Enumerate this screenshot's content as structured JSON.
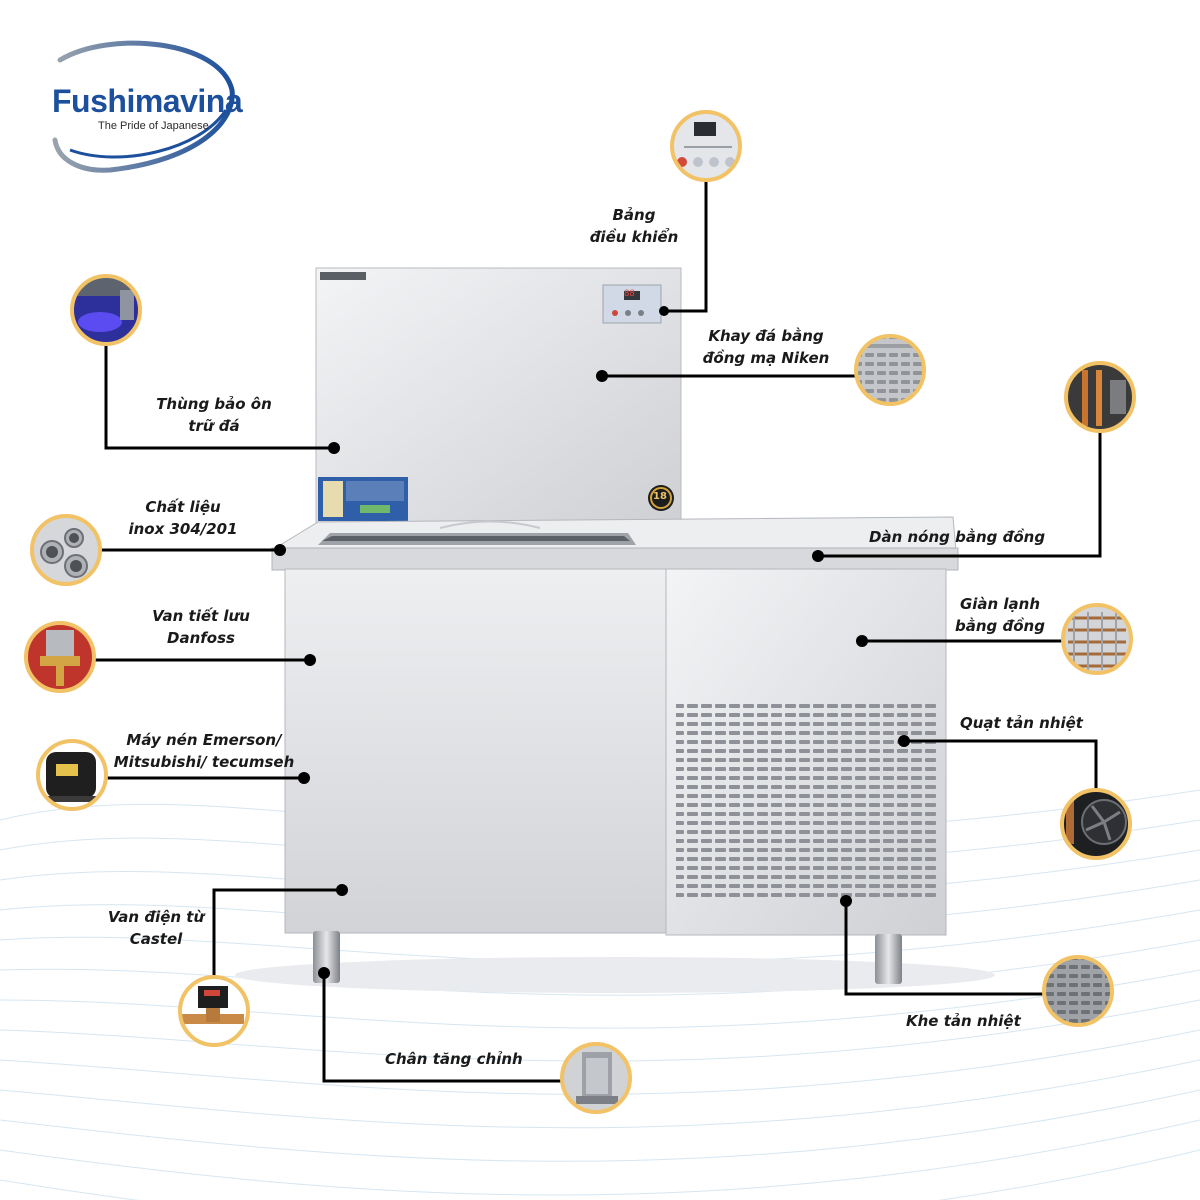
{
  "brand": {
    "name": "Fushimavina",
    "tagline": "The Pride of Japanese"
  },
  "panel": {
    "display": "88",
    "badge_number": "18"
  },
  "labels": {
    "control_panel": [
      "Bảng",
      "điều khiển"
    ],
    "tray": [
      "Khay đá bằng",
      "đồng mạ Niken"
    ],
    "storage_bin": [
      "Thùng bảo ôn",
      "trữ đá"
    ],
    "material": [
      "Chất liệu",
      "inox 304/201"
    ],
    "condenser": [
      "Dàn nóng bằng đồng"
    ],
    "expansion_valve": [
      "Van tiết lưu",
      "Danfoss"
    ],
    "evaporator": [
      "Giàn lạnh",
      "bằng đồng"
    ],
    "compressor": [
      "Máy nén Emerson/",
      "Mitsubishi/ tecumseh"
    ],
    "fan": [
      "Quạt tản nhiệt"
    ],
    "solenoid": [
      "Van điện từ",
      "Castel"
    ],
    "vents": [
      "Khe tản nhiệt"
    ],
    "feet": [
      "Chân tăng chỉnh"
    ]
  },
  "colors": {
    "brand_blue": "#1c4f9c",
    "callout_ring": "#f2c266",
    "leader_line": "#000000",
    "steel": "#dcdde0"
  }
}
